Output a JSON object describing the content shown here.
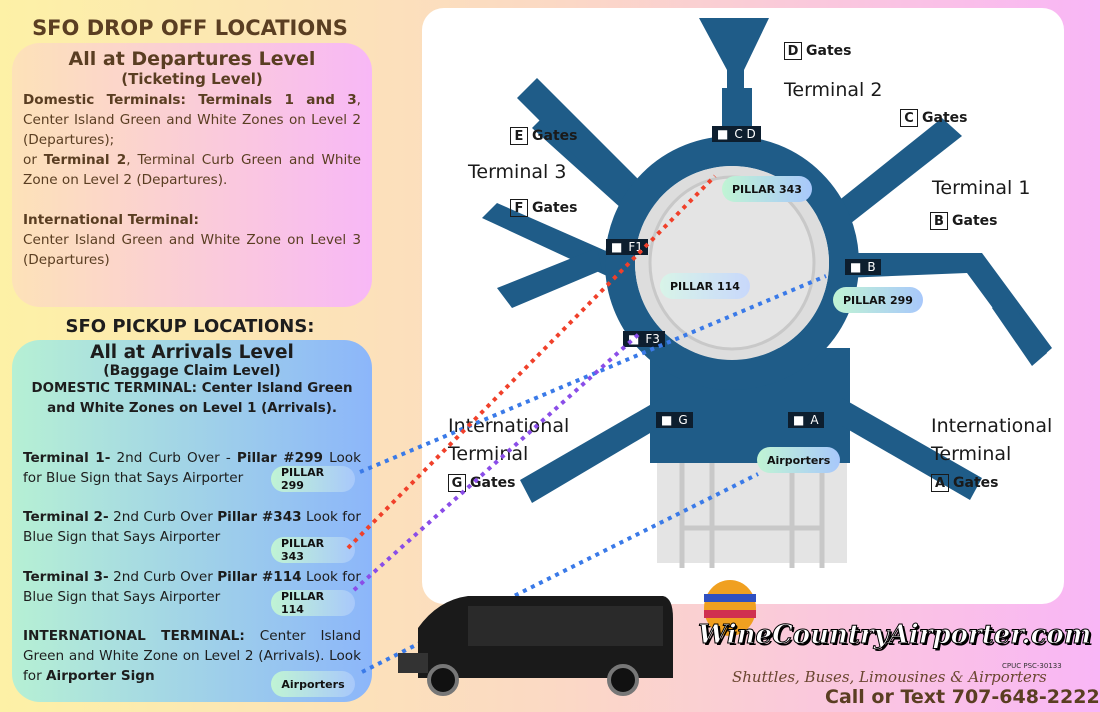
{
  "dropoff": {
    "title": "SFO DROP OFF LOCATIONS",
    "subtitle": "All at Departures Level",
    "subtitle2": "(Ticketing Level)",
    "p1_bold1": "Domestic Terminals: Terminals 1 and 3",
    "p1_text1": ", Center Island Green and White Zones on Level 2 (Departures);",
    "p1_or": "or ",
    "p1_bold2": "Terminal 2",
    "p1_text2": ", Terminal Curb Green and White Zone on Level 2 (Departures).",
    "p2_bold": "International Terminal:",
    "p2_text": "Center Island Green and White Zone on Level 3 (Departures)"
  },
  "pickup": {
    "title": "SFO PICKUP LOCATIONS:",
    "subtitle": "All at Arrivals Level",
    "subtitle2": "(Baggage Claim Level)",
    "domestic": "DOMESTIC TERMINAL: Center Island Green and White Zones on Level 1 (Arrivals).",
    "items": [
      {
        "b1": "Terminal 1-",
        "t1": " 2nd Curb Over - ",
        "b2": "Pillar #299",
        "t2": " Look for Blue Sign that Says Airporter",
        "pill": "PILLAR 299"
      },
      {
        "b1": "Terminal 2-",
        "t1": " 2nd Curb Over ",
        "b2": "Pillar #343",
        "t2": " Look for Blue Sign that Says Airporter",
        "pill": "PILLAR 343"
      },
      {
        "b1": "Terminal 3-",
        "t1": " 2nd Curb Over ",
        "b2": "Pillar #114",
        "t2": " Look for Blue Sign that Says Airporter",
        "pill": "PILLAR 114"
      },
      {
        "b1": "INTERNATIONAL TERMINAL:",
        "t1": " Center Island Green and White Zone on Level 2 (Arrivals). Look for ",
        "b2": "Airporter Sign",
        "t2": "",
        "pill": "Airporters"
      }
    ]
  },
  "map": {
    "terminals": [
      "Terminal 2",
      "Terminal 3",
      "Terminal 1",
      "International Terminal",
      "International Terminal"
    ],
    "gates": [
      {
        "letter": "D",
        "label": "Gates"
      },
      {
        "letter": "C",
        "label": "Gates"
      },
      {
        "letter": "E",
        "label": "Gates"
      },
      {
        "letter": "F",
        "label": "Gates"
      },
      {
        "letter": "B",
        "label": "Gates"
      },
      {
        "letter": "G",
        "label": "Gates"
      },
      {
        "letter": "A",
        "label": "Gates"
      }
    ],
    "checkpoints": [
      "C D",
      "F1",
      "F3",
      "B",
      "G",
      "A"
    ],
    "pills": [
      "PILLAR 343",
      "PILLAR 114",
      "PILLAR 299",
      "Airporters"
    ],
    "colors": {
      "map_blue": "#1f5c88",
      "arrow_red": "#f0402a",
      "arrow_purple": "#8a4de8",
      "arrow_blue": "#3a7ae8"
    }
  },
  "brand": {
    "logo": "WineCountryAirporter.com",
    "license": "CPUC PSC-30133",
    "tagline": "Shuttles, Buses, Limousines & Airporters",
    "contact": "Call or Text 707-648-2222"
  }
}
